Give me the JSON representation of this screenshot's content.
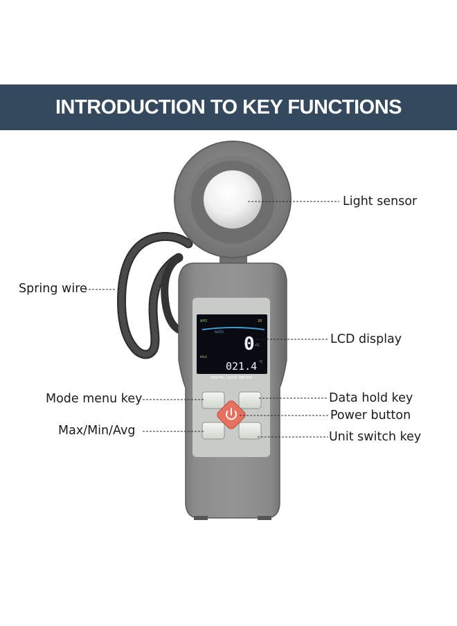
{
  "banner": {
    "title": "INTRODUCTION TO KEY FUNCTIONS"
  },
  "device": {
    "model_text": "DIGITAL LIGHT METER",
    "lcd": {
      "top_left": "APO",
      "top_right": "20",
      "mode": "AUTO",
      "main_reading": "0",
      "main_unit": "FC",
      "side_label": "MAX",
      "temperature": "021.4",
      "temp_unit": "°C"
    }
  },
  "callouts": {
    "light_sensor": "Light sensor",
    "spring_wire": "Spring wire",
    "lcd_display": "LCD display",
    "mode_menu_key": "Mode menu key",
    "data_hold_key": "Data hold key",
    "power_button": "Power button",
    "max_min_avg": "Max/Min/Avg",
    "unit_switch_key": "Unit switch key"
  },
  "colors": {
    "banner": "#34495e",
    "body": "#8a8a8a",
    "power_button": "#e8705e",
    "lcd_background": "#0a0a12"
  }
}
